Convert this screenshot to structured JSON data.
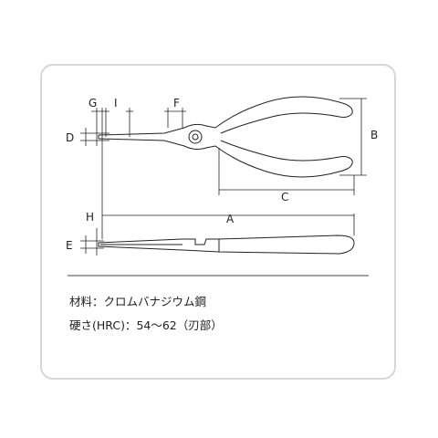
{
  "labels": {
    "g": "G",
    "i": "I",
    "f": "F",
    "d": "D",
    "b": "B",
    "c": "C",
    "h": "H",
    "a": "A",
    "e": "E"
  },
  "specs": {
    "material": "材料：クロムバナジウム鋼",
    "hardness": "硬さ(HRC)：54～62（刃部）"
  }
}
